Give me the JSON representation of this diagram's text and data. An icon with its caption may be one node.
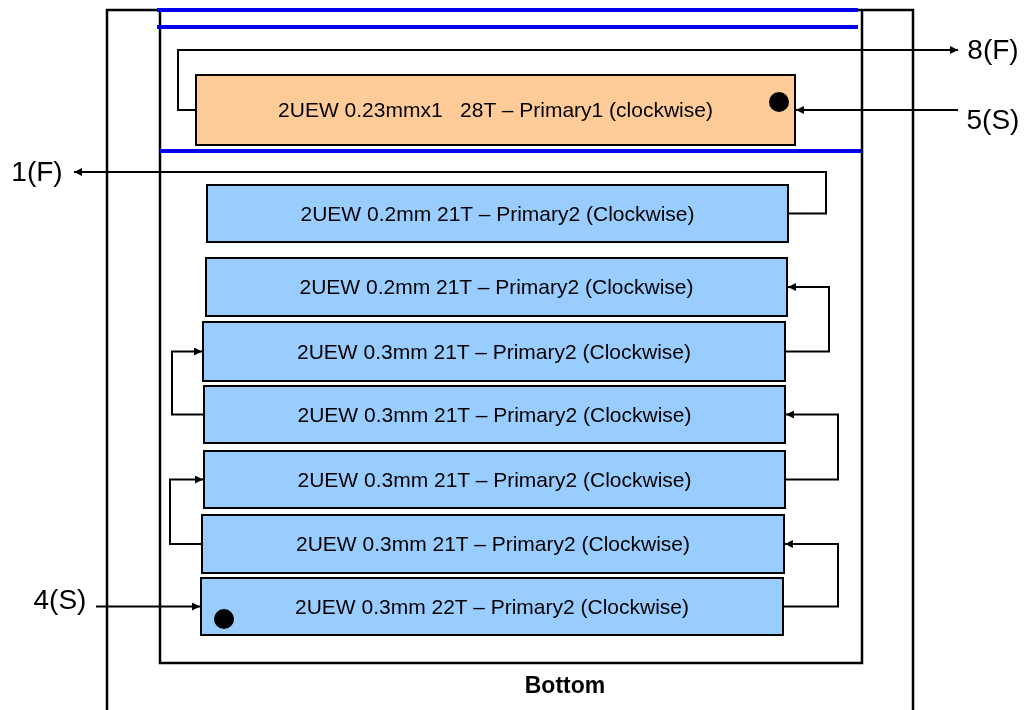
{
  "diagram": {
    "nodes": [
      {
        "text": [
          "8(F)"
        ]
      },
      {
        "text": [
          "5(S)"
        ]
      },
      {
        "text": [
          "2UEW 0.23mmx1   28T – Primary1 (clockwise)"
        ]
      },
      {
        "text": [
          "1(F)"
        ]
      },
      {
        "text": [
          "2UEW 0.2mm 21T – Primary2 (Clockwise)"
        ]
      },
      {
        "text": [
          "2UEW 0.2mm 21T – Primary2 (Clockwise)"
        ]
      },
      {
        "text": [
          "2UEW 0.3mm 21T – Primary2 (Clockwise)"
        ]
      },
      {
        "text": [
          "2UEW 0.3mm 21T – Primary2 (Clockwise)"
        ]
      },
      {
        "text": [
          "2UEW 0.3mm 21T – Primary2 (Clockwise)"
        ]
      },
      {
        "text": [
          "2UEW 0.3mm 21T – Primary2 (Clockwise)"
        ]
      },
      {
        "text": [
          "2UEW 0.3mm 22T – Primary2 (Clockwise)"
        ]
      },
      {
        "text": [
          "4(S)"
        ]
      }
    ],
    "edges": [
      {
        "from": 2,
        "to": 0,
        "arrow": "to"
      },
      {
        "from": 1,
        "to": 2,
        "arrow": "to"
      },
      {
        "from": 4,
        "to": 3,
        "arrow": "to"
      },
      {
        "from": 6,
        "to": 5,
        "arrow": "to"
      },
      {
        "from": 7,
        "to": 6,
        "arrow": "to"
      },
      {
        "from": 8,
        "to": 7,
        "arrow": "to"
      },
      {
        "from": 9,
        "to": 8,
        "arrow": "to"
      },
      {
        "from": 10,
        "to": 9,
        "arrow": "to"
      },
      {
        "from": 11,
        "to": 10,
        "arrow": "to"
      }
    ],
    "labels": [
      "Bottom"
    ]
  }
}
